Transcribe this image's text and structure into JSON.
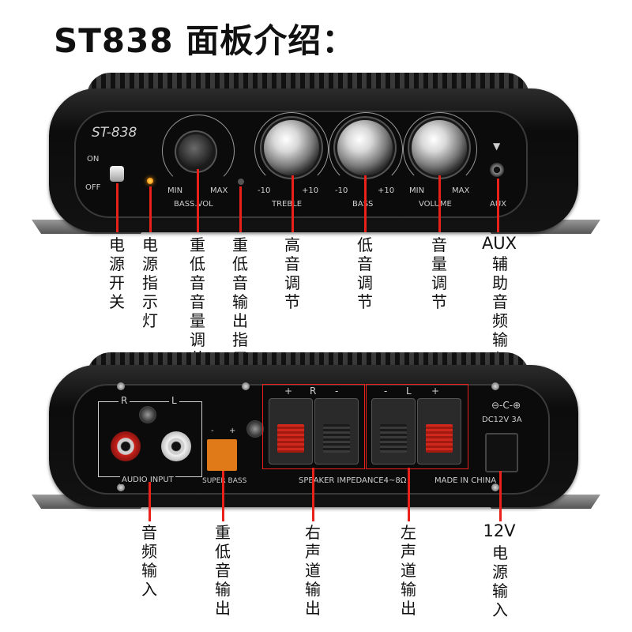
{
  "title": "ST838 面板介绍：",
  "front_panel": {
    "brand": "ST-838",
    "switch_on": "ON",
    "switch_off": "OFF",
    "bass_vol_min": "MIN",
    "bass_vol_max": "MAX",
    "bass_vol": "BASS.VOL",
    "treble_min": "-10",
    "treble_max": "+10",
    "treble": "TREBLE",
    "bass_min": "-10",
    "bass_max": "+10",
    "bass": "BASS",
    "volume_min": "MIN",
    "volume_max": "MAX",
    "volume": "VOLUME",
    "aux": "AUX"
  },
  "front_labels": [
    "电源开关",
    "电源指示灯",
    "重低音音量调节",
    "重低音输出指示灯",
    "高音调节",
    "低音调节",
    "音量调节"
  ],
  "aux_label": {
    "prefix": "AUX",
    "text": "辅助音频输入"
  },
  "rear_panel": {
    "r": "R",
    "l": "L",
    "audio_input": "AUDIO INPUT",
    "minus": "-",
    "plus": "+",
    "super_bass": "SUPER BASS",
    "right_plus": "+",
    "right_r": "R",
    "right_minus": "-",
    "left_minus": "-",
    "left_l": "L",
    "left_plus": "+",
    "impedance": "SPEAKER IMPEDANCE4~8Ω",
    "made_in": "MADE IN CHINA",
    "dc": "DC12V 3A"
  },
  "rear_labels": [
    "音频输入",
    "重低音输出",
    "右声道输出",
    "左声道输出"
  ],
  "dc_label": {
    "prefix": "12V",
    "text": "电源输入"
  },
  "colors": {
    "pointer": "#e8211b",
    "led": "#ff8800"
  }
}
